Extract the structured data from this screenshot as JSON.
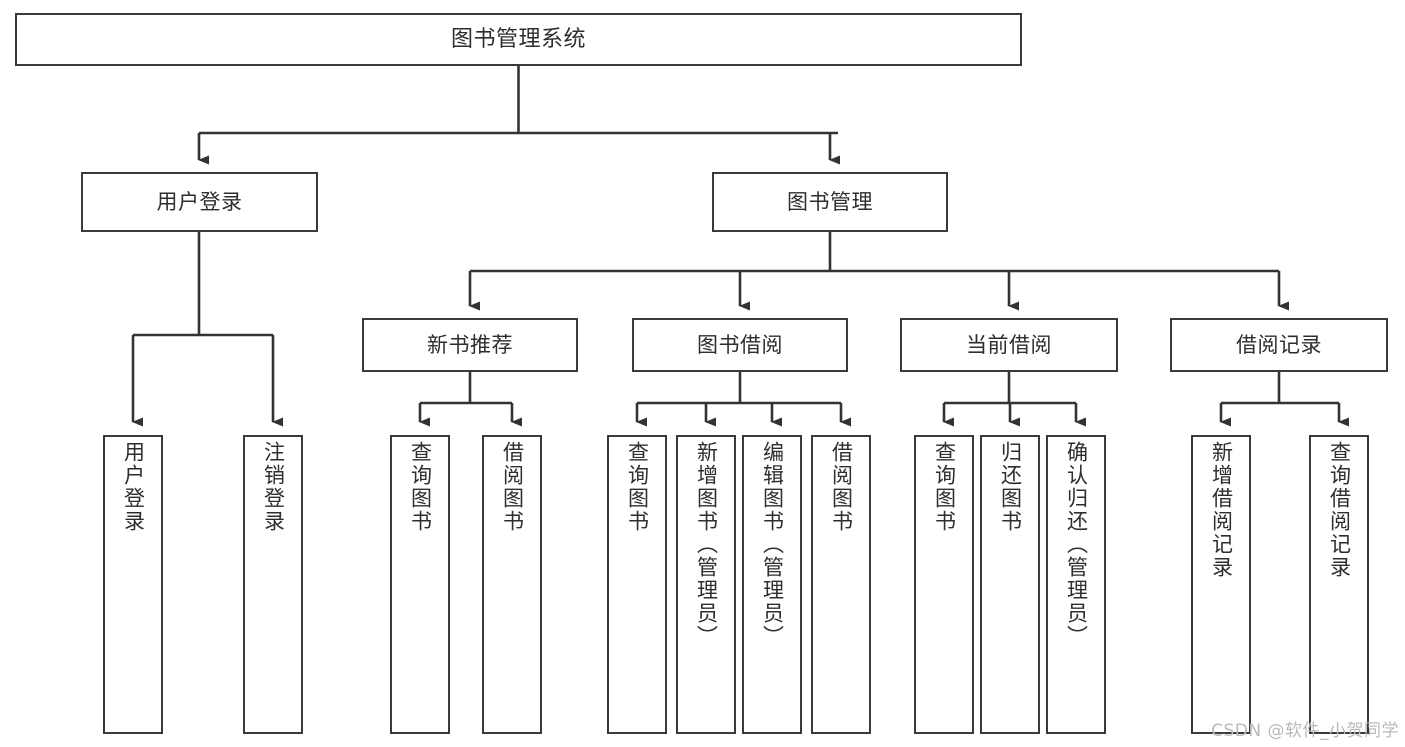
{
  "diagram": {
    "type": "hierarchical-tree",
    "title_node": {
      "label": "图书管理系统"
    },
    "level2": [
      {
        "id": "user-login",
        "label": "用户登录"
      },
      {
        "id": "book-management",
        "label": "图书管理"
      }
    ],
    "level3": [
      {
        "id": "new-book-recommend",
        "label": "新书推荐"
      },
      {
        "id": "book-borrow",
        "label": "图书借阅"
      },
      {
        "id": "current-borrow",
        "label": "当前借阅"
      },
      {
        "id": "borrow-record",
        "label": "借阅记录"
      }
    ],
    "leaves": {
      "user_login": [
        {
          "id": "leaf-user-login",
          "label": "用户登录"
        },
        {
          "id": "leaf-logout",
          "label": "注销登录"
        }
      ],
      "new_book_recommend": [
        {
          "id": "leaf-query-book-1",
          "label": "查询图书"
        },
        {
          "id": "leaf-borrow-book-1",
          "label": "借阅图书"
        }
      ],
      "book_borrow": [
        {
          "id": "leaf-query-book-2",
          "label": "查询图书"
        },
        {
          "id": "leaf-add-book",
          "label": "新增图书（管理员）"
        },
        {
          "id": "leaf-edit-book",
          "label": "编辑图书（管理员）"
        },
        {
          "id": "leaf-borrow-book-2",
          "label": "借阅图书"
        }
      ],
      "current_borrow": [
        {
          "id": "leaf-query-book-3",
          "label": "查询图书"
        },
        {
          "id": "leaf-return-book",
          "label": "归还图书"
        },
        {
          "id": "leaf-confirm-return",
          "label": "确认归还（管理员）"
        }
      ],
      "borrow_record": [
        {
          "id": "leaf-add-record",
          "label": "新增借阅记录"
        },
        {
          "id": "leaf-query-record",
          "label": "查询借阅记录"
        }
      ]
    }
  },
  "watermark": {
    "text": "CSDN @软件_小贺同学"
  },
  "colors": {
    "border": "#3a3a3a",
    "text": "#2e2e2e",
    "background": "#ffffff",
    "wire": "#333333",
    "watermark": "#b9b9b9"
  }
}
